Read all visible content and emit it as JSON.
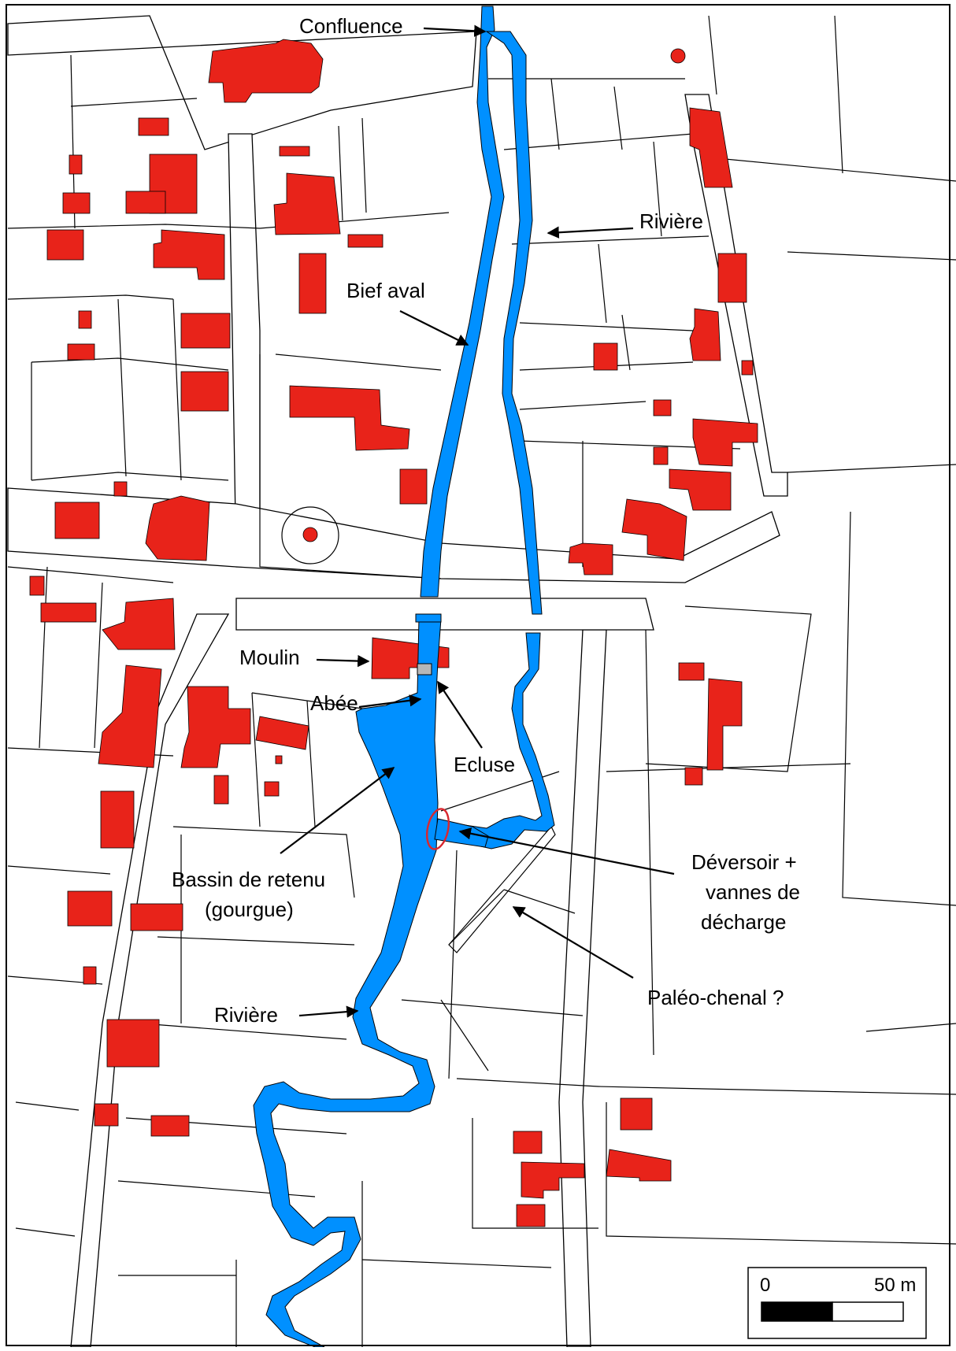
{
  "map": {
    "colors": {
      "water": "#0090ff",
      "building": "#e8231a",
      "lock": "#b7b7b7",
      "highlight": "#d9272e",
      "line": "#000000",
      "background": "#ffffff"
    },
    "labels": {
      "confluence": "Confluence",
      "riviere_top": "Rivière",
      "bief_aval": "Bief aval",
      "moulin": "Moulin",
      "abee": "Abée",
      "ecluse": "Ecluse",
      "bassin_line1": "Bassin de retenu",
      "bassin_line2": "(gourgue)",
      "deversoir_line1": "Déversoir +",
      "deversoir_line2": "vannes de",
      "deversoir_line3": "décharge",
      "paleo_chenal": "Paléo-chenal ?",
      "riviere_bottom": "Rivière"
    },
    "scale_bar": {
      "start_label": "0",
      "end_label": "50 m"
    }
  }
}
